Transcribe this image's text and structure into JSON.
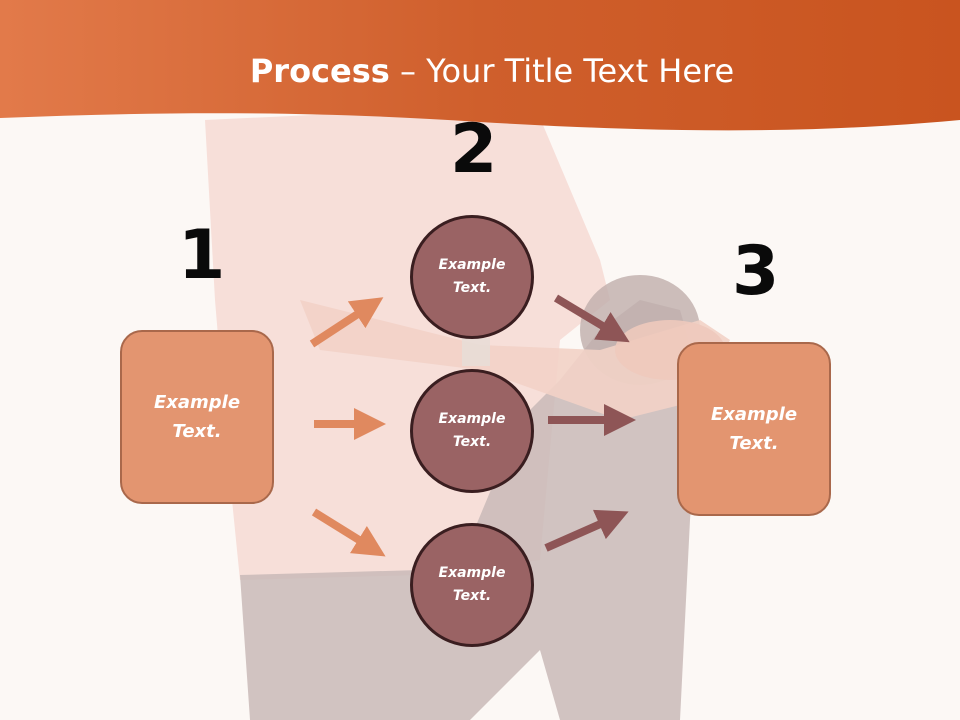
{
  "slide": {
    "title_bold": "Process",
    "title_dash": " – ",
    "title_rest": "Your Title Text Here"
  },
  "steps": {
    "one": "1",
    "two": "2",
    "three": "3"
  },
  "left_box": {
    "text": "Example Text."
  },
  "circles": [
    {
      "text": "Example Text."
    },
    {
      "text": "Example Text."
    },
    {
      "text": "Example Text."
    }
  ],
  "right_box": {
    "text": "Example Text."
  },
  "colors": {
    "header": "#d2612c",
    "box_fill": "#e39570",
    "circle_fill": "#9a6364",
    "arrow_left": "#e0895f",
    "arrow_right": "#8e5556"
  }
}
